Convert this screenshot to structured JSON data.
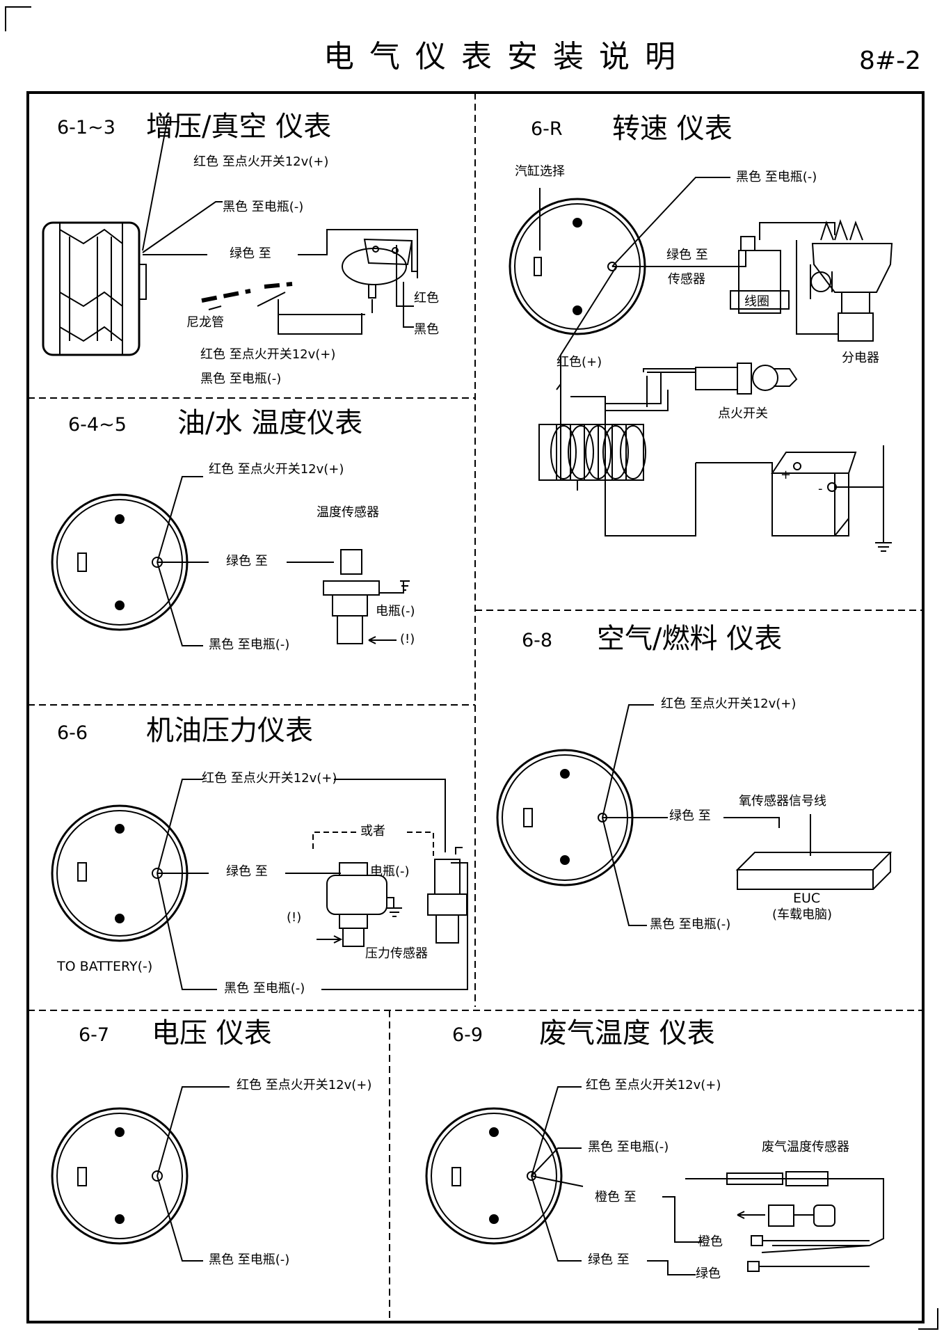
{
  "header": {
    "title": "电气仪表安装说明",
    "page": "8#-2"
  },
  "s1": {
    "num": "6-1~3",
    "title": "增压/真空 仪表",
    "red": "红色  至点火开关12v(+)",
    "black": "黑色  至电瓶(-)",
    "green": "绿色 至",
    "nylon": "尼龙管",
    "red2": "红色",
    "black2": "黑色",
    "red3": "红色  至点火开关12v(+)",
    "black3": "黑色  至电瓶(-)"
  },
  "sR": {
    "num": "6-R",
    "title": "转速 仪表",
    "cyl": "汽缸选择",
    "black": "黑色  至电瓶(-)",
    "green1": "绿色 至",
    "green2": "传感器",
    "coil": "线圈",
    "dist": "分电器",
    "red": "红色(+)",
    "ign": "点火开关",
    "plus": "+",
    "minus": "-"
  },
  "s2": {
    "num": "6-4~5",
    "title": "油/水 温度仪表",
    "red": "红色  至点火开关12v(+)",
    "sensor": "温度传感器",
    "green": "绿色 至",
    "batt": "电瓶(-)",
    "warn": "(!)",
    "black": "黑色  至电瓶(-)"
  },
  "s3": {
    "num": "6-6",
    "title": "机油压力仪表",
    "red": "红色  至点火开关12v(+)",
    "or": "或者",
    "green": "绿色 至",
    "batt": "电瓶(-)",
    "warn": "(!)",
    "sensor": "压力传感器",
    "tobat": "TO BATTERY(-)",
    "black": "黑色  至电瓶(-)"
  },
  "s8": {
    "num": "6-8",
    "title": "空气/燃料 仪表",
    "red": "红色  至点火开关12v(+)",
    "o2": "氧传感器信号线",
    "green": "绿色 至",
    "euc": "EUC",
    "euc2": "(车载电脑)",
    "black": "黑色  至电瓶(-)"
  },
  "s7": {
    "num": "6-7",
    "title": "电压 仪表",
    "red": "红色  至点火开关12v(+)",
    "black": "黑色  至电瓶(-)"
  },
  "s9": {
    "num": "6-9",
    "title": "废气温度 仪表",
    "red": "红色  至点火开关12v(+)",
    "black": "黑色  至电瓶(-)",
    "sensor": "废气温度传感器",
    "orange": "橙色 至",
    "orange2": "橙色",
    "green": "绿色 至",
    "green2": "绿色"
  }
}
